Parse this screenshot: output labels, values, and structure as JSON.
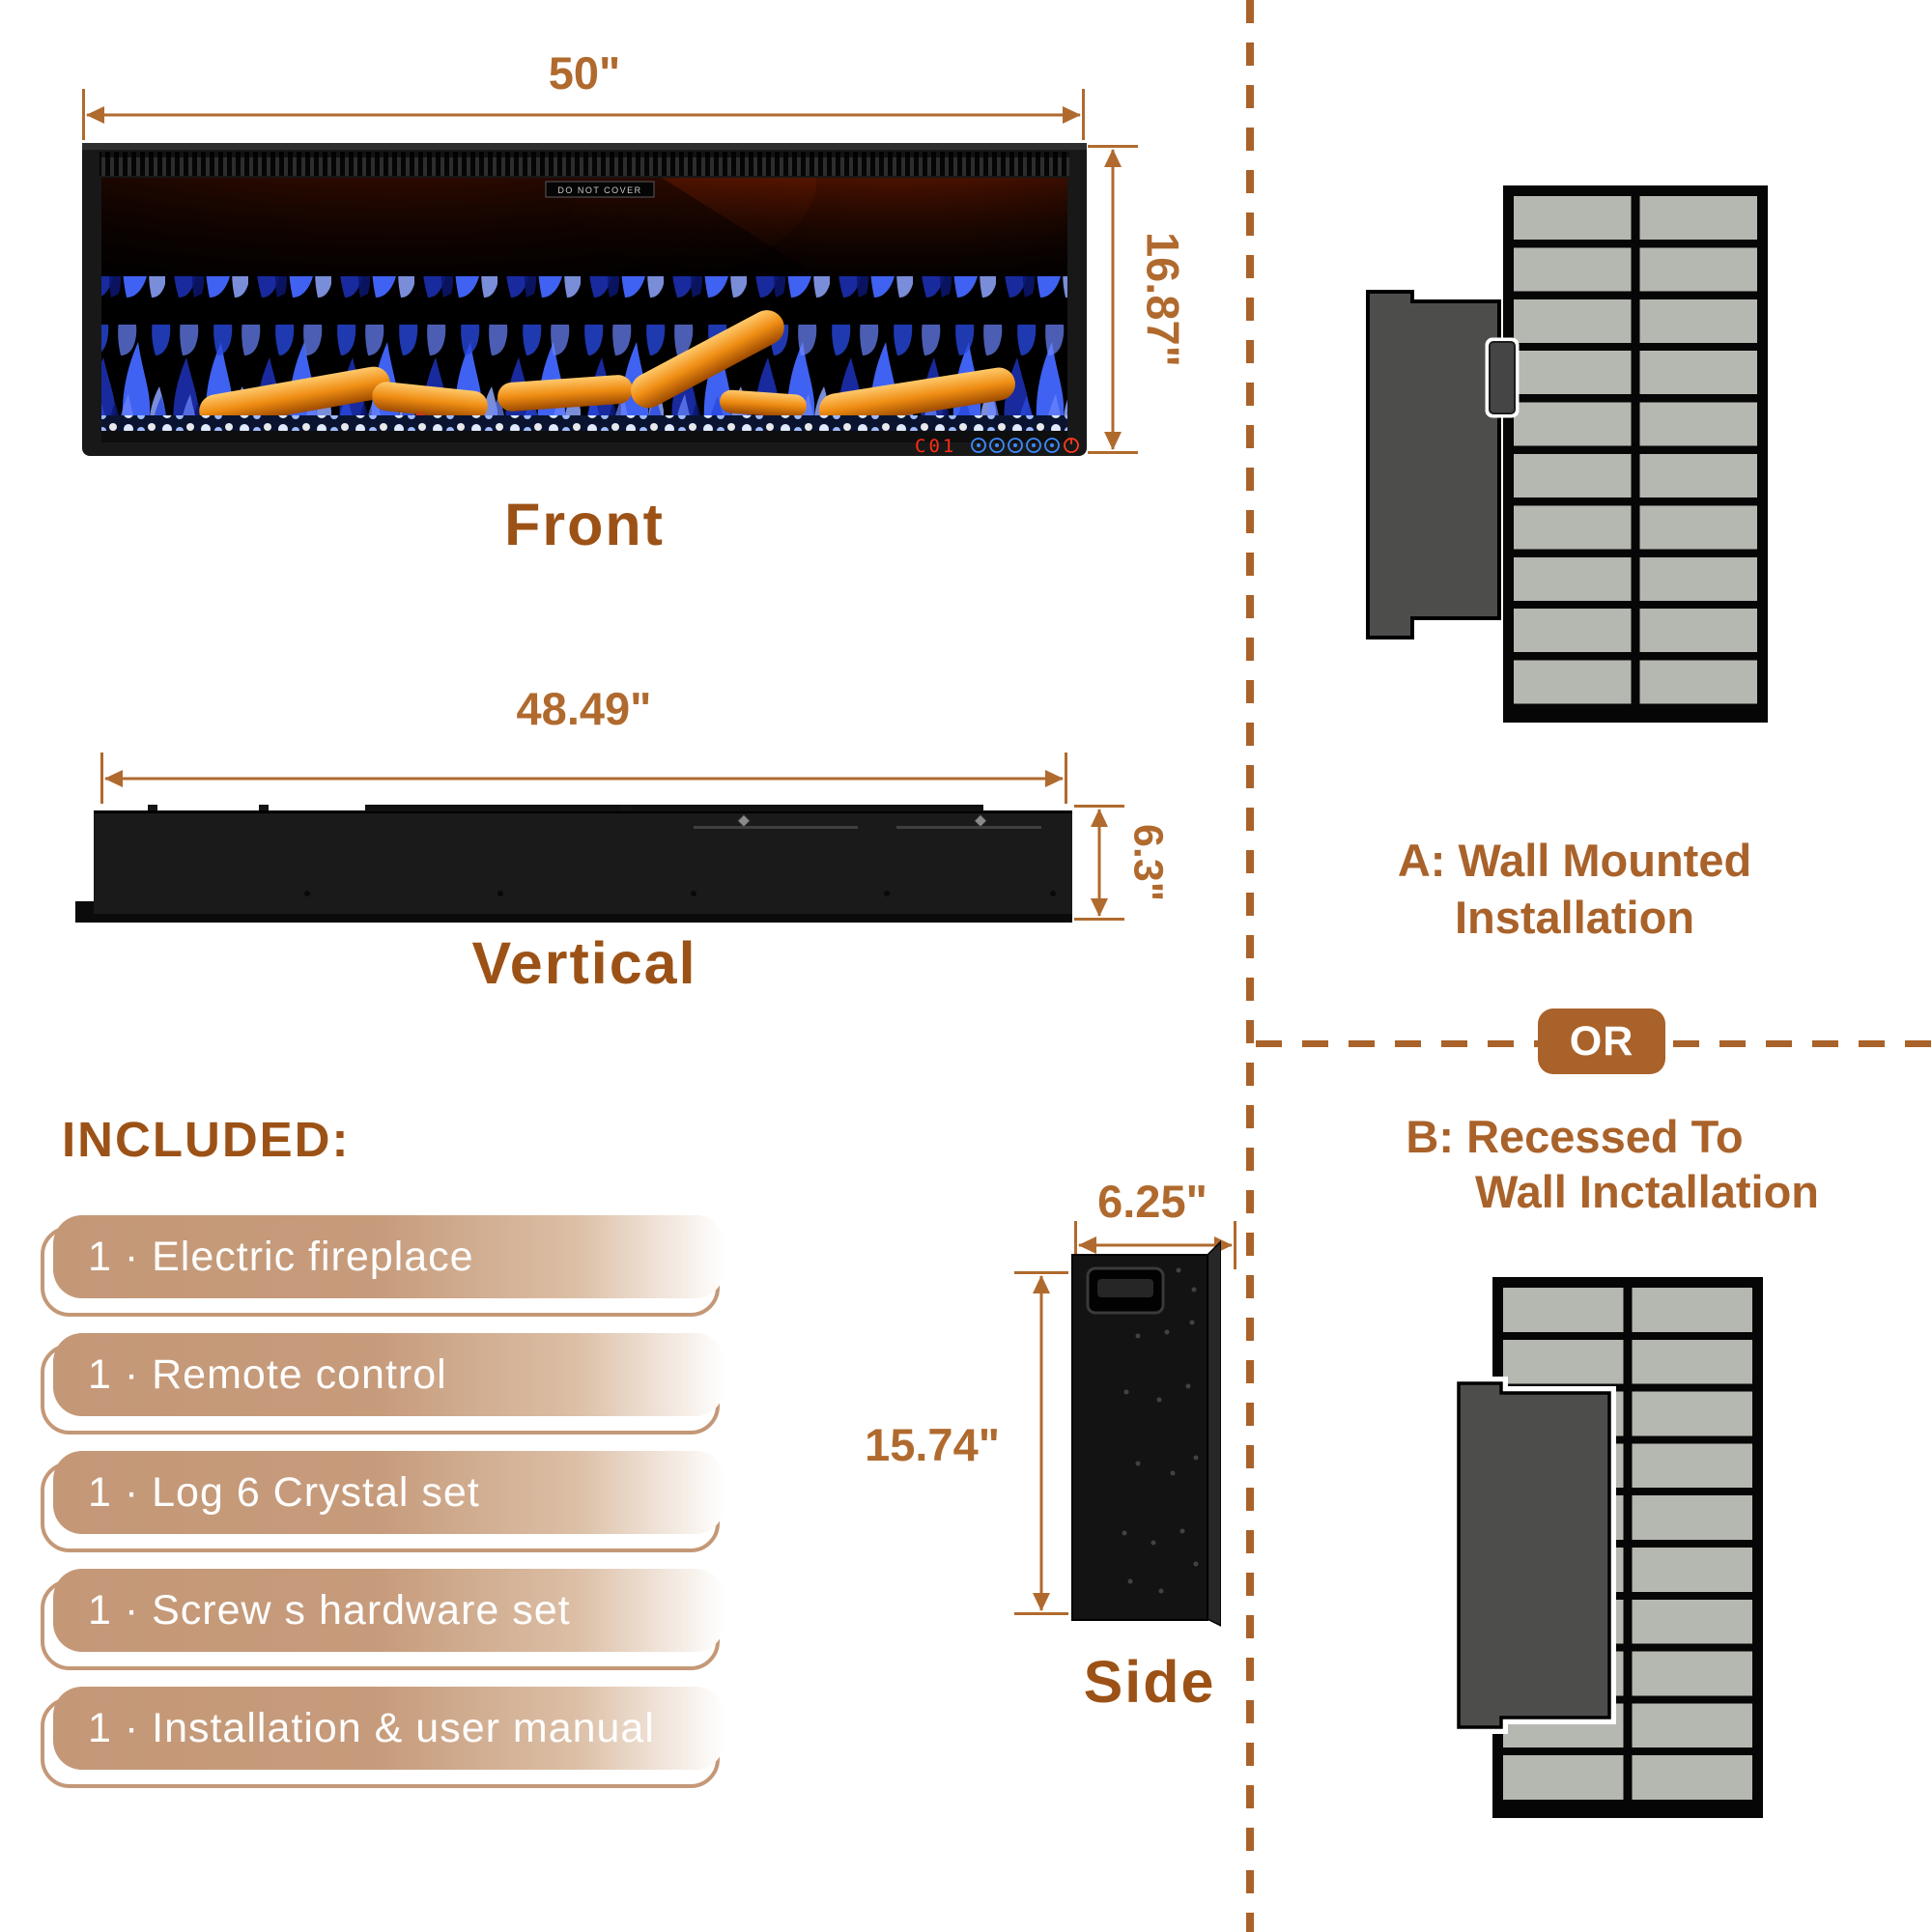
{
  "colors": {
    "accent": "#a9622a",
    "accent_dark": "#9c5216",
    "dimension_text": "#b06a2e",
    "pill_tan": "#c49877",
    "brick_gray": "#b5b8b0",
    "unit_gray": "#4d4d4b",
    "flame_blue": "#3f62f2",
    "log_orange": "#ef8d13"
  },
  "front_view": {
    "title": "Front",
    "width": "50\"",
    "height": "16.87\"",
    "warning_label": "DO NOT COVER",
    "display_code": "C01"
  },
  "vertical_view": {
    "title": "Vertical",
    "width": "48.49\"",
    "height": "6.3\""
  },
  "side_view": {
    "title": "Side",
    "width": "6.25\"",
    "height": "15.74\""
  },
  "included": {
    "heading": "INCLUDED:",
    "items": [
      "1 · Electric fireplace",
      "1 · Remote control",
      "1 · Log 6 Crystal set",
      "1 · Screw s hardware set",
      "1 · Installation & user manual"
    ]
  },
  "installation": {
    "option_a_line1": "A: Wall Mounted",
    "option_a_line2": "Installation",
    "or_label": "OR",
    "option_b_line1": "B: Recessed To",
    "option_b_line2": "Wall Inctallation"
  }
}
